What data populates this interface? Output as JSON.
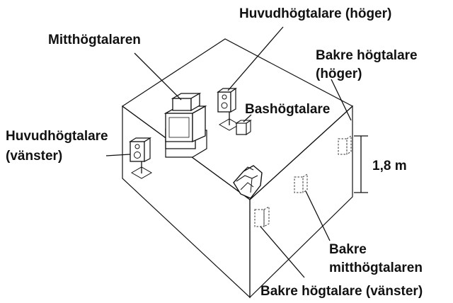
{
  "labels": {
    "main_right": "Huvudhögtalare (höger)",
    "center": "Mitthögtalaren",
    "rear_right_1": "Bakre högtalare",
    "rear_right_2": "(höger)",
    "subwoofer": "Bashögtalare",
    "main_left_1": "Huvudhögtalare",
    "main_left_2": "(vänster)",
    "height": "1,8 m",
    "rear_center_1": "Bakre",
    "rear_center_2": "mitthögtalaren",
    "rear_left": "Bakre högtalare (vänster)"
  }
}
